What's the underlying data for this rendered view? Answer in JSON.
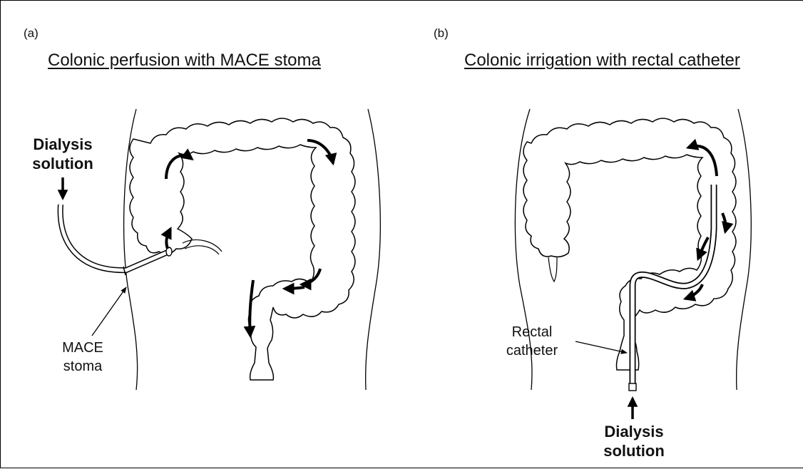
{
  "panel_a": {
    "letter": "(a)",
    "title": "Colonic perfusion with MACE stoma",
    "inlet_label_line1": "Dialysis",
    "inlet_label_line2": "solution",
    "stoma_label_line1": "MACE",
    "stoma_label_line2": "stoma"
  },
  "panel_b": {
    "letter": "(b)",
    "title": "Colonic irrigation with rectal catheter",
    "catheter_label_line1": "Rectal",
    "catheter_label_line2": "catheter",
    "inlet_label_line1": "Dialysis",
    "inlet_label_line2": "solution"
  }
}
